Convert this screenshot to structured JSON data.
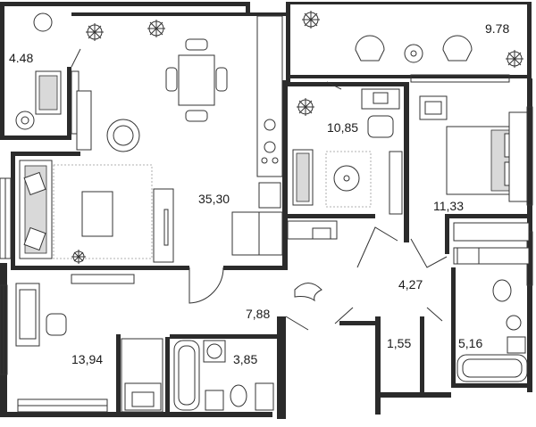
{
  "plan": {
    "areas": [
      {
        "id": "loggia-left",
        "value": "4.48"
      },
      {
        "id": "loggia-right",
        "value": "9.78"
      },
      {
        "id": "living-kitchen",
        "value": "35,30"
      },
      {
        "id": "study",
        "value": "10,85"
      },
      {
        "id": "bedroom",
        "value": "11,33"
      },
      {
        "id": "hall",
        "value": "4,27"
      },
      {
        "id": "corridor",
        "value": "7,88"
      },
      {
        "id": "bedroom-2",
        "value": "13,94"
      },
      {
        "id": "bathroom",
        "value": "3,85"
      },
      {
        "id": "storage",
        "value": "1,55"
      },
      {
        "id": "bathroom-2",
        "value": "5,16"
      }
    ]
  }
}
